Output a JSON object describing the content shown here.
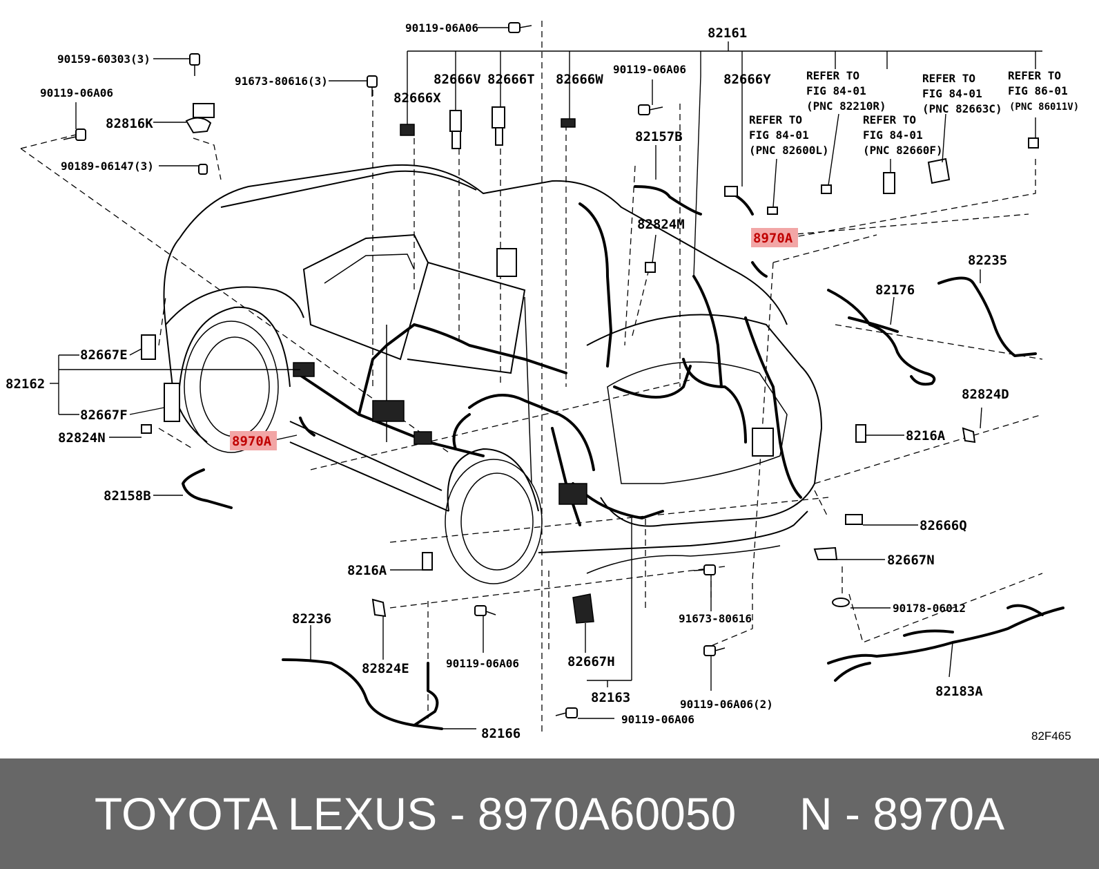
{
  "diagram": {
    "labels": {
      "l_82161": "82161",
      "l_90119_06A06_top": "90119-06A06",
      "l_90159_60303": "90159-60303(3)",
      "l_91673_80616_3": "91673-80616(3)",
      "l_90119_06A06_left": "90119-06A06",
      "l_82816K": "82816K",
      "l_90189_06147": "90189-06147(3)",
      "l_82666V": "82666V",
      "l_82666T": "82666T",
      "l_82666W": "82666W",
      "l_82666X": "82666X",
      "l_90119_06A06_mid": "90119-06A06",
      "l_82157B": "82157B",
      "l_82666Y": "82666Y",
      "l_82824M": "82824M",
      "l_82235": "82235",
      "l_82176": "82176",
      "l_82667E": "82667E",
      "l_82162": "82162",
      "l_82667F": "82667F",
      "l_82824N": "82824N",
      "l_82158B": "82158B",
      "l_82824D": "82824D",
      "l_8216A_right": "8216A",
      "l_82666Q": "82666Q",
      "l_82667N": "82667N",
      "l_90178_06012": "90178-06012",
      "l_8216A_left": "8216A",
      "l_91673_80616": "91673-80616",
      "l_82236": "82236",
      "l_82824E": "82824E",
      "l_90119_06A06_bottom": "90119-06A06",
      "l_82667H": "82667H",
      "l_82163": "82163",
      "l_90119_06A06_2": "90119-06A06(2)",
      "l_90119_06A06_low": "90119-06A06",
      "l_82166": "82166",
      "l_82183A": "82183A"
    },
    "refer_notes": [
      [
        "REFER TO",
        "FIG 84-01",
        "(PNC 82210R)"
      ],
      [
        "REFER TO",
        "FIG 84-01",
        "(PNC 82663C)"
      ],
      [
        "REFER TO",
        "FIG 86-01",
        "(PNC 86011V)"
      ],
      [
        "REFER TO",
        "FIG 84-01",
        "(PNC 82600L)"
      ],
      [
        "REFER TO",
        "FIG 84-01",
        "(PNC 82660F)"
      ]
    ],
    "highlight_label": "8970A",
    "illustration_code": "82F465"
  },
  "footer": {
    "caption": "TOYOTA LEXUS - 8970A60050     N - 8970A",
    "background": "#676767",
    "text_color": "#ffffff"
  },
  "colors": {
    "highlight_fill": "#f2a6a6",
    "highlight_text": "#c00000"
  }
}
